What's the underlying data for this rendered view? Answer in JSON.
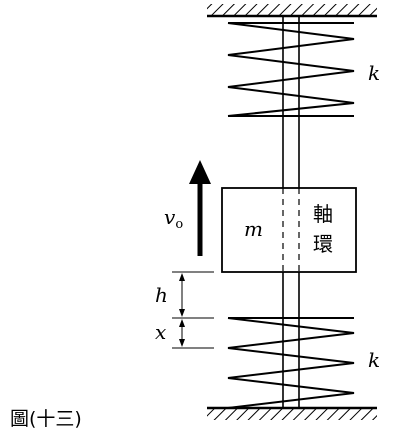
{
  "figure": {
    "caption": "圖(十三)",
    "velocity_label": "v",
    "velocity_subscript": "o",
    "mass_label": "m",
    "collar_label_1": "軸",
    "collar_label_2": "環",
    "spring_top_label": "k",
    "spring_bottom_label": "k",
    "gap_label": "h",
    "compression_label": "x"
  }
}
